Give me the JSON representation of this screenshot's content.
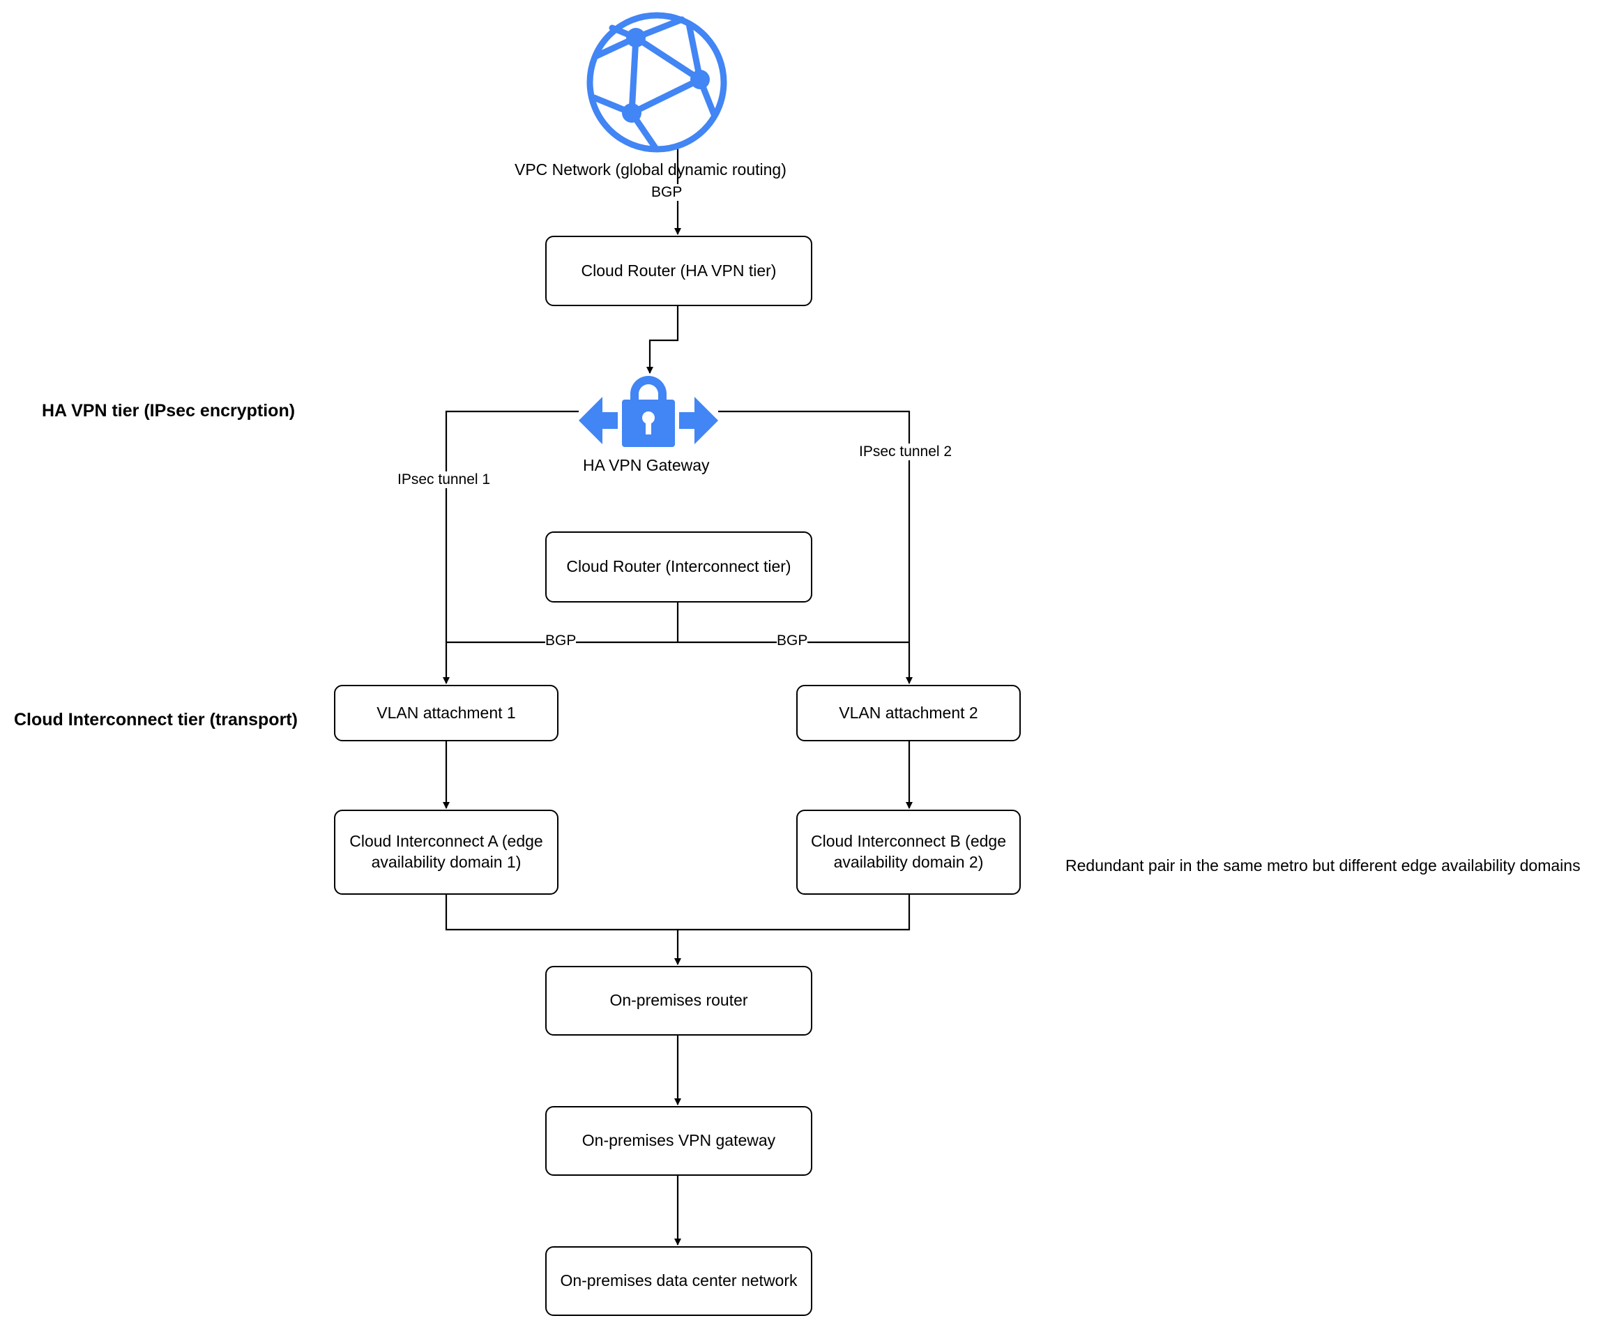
{
  "tiers": {
    "ha_vpn": "HA VPN tier (IPsec encryption)",
    "interconnect": "Cloud Interconnect tier (transport)"
  },
  "nodes": {
    "vpc": {
      "label": "VPC Network (global dynamic routing)",
      "icon": "network-globe-icon"
    },
    "router_vpn": "Cloud Router (HA VPN tier)",
    "vpn_gateway": {
      "label": "HA VPN Gateway",
      "icon": "vpn-gateway-lock-icon"
    },
    "router_ic": "Cloud Router (Interconnect tier)",
    "vlan1": "VLAN attachment 1",
    "vlan2": "VLAN attachment 2",
    "ic_a": "Cloud Interconnect A (edge availability domain 1)",
    "ic_b": "Cloud Interconnect B (edge availability domain 2)",
    "onprem_router": "On-premises router",
    "onprem_vpn": "On-premises VPN gateway",
    "onprem_dc": "On-premises data center network"
  },
  "edges": {
    "vpc_to_router": "BGP",
    "tunnel1": "IPsec tunnel 1",
    "tunnel2": "IPsec tunnel 2",
    "bgp_left": "BGP",
    "bgp_right": "BGP"
  },
  "note": "Redundant pair in the same metro but different edge availability domains",
  "colors": {
    "icon": "#4285F4",
    "stroke": "#000000"
  }
}
